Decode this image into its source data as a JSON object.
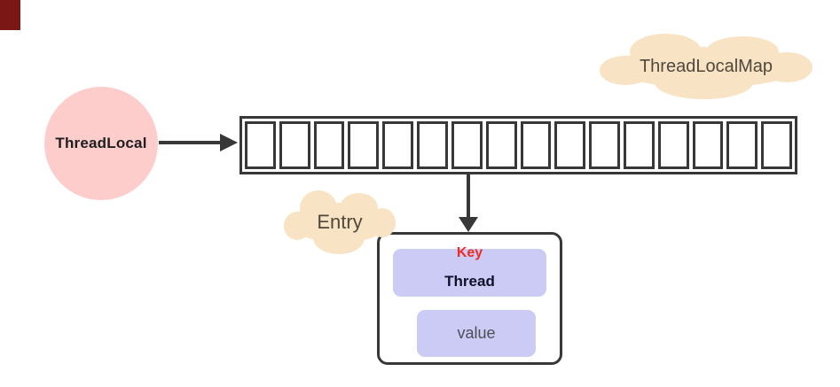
{
  "diagram": {
    "title": "ThreadLocal / ThreadLocalMap structure",
    "background": "#ffffff"
  },
  "corner_marker": {
    "color": "#7b1816"
  },
  "threadlocal_node": {
    "label": "ThreadLocal",
    "fill": "#fccdca",
    "text_color": "#1f1f1f"
  },
  "arrows": {
    "color": "#383838"
  },
  "hash_array": {
    "cell_count": 16,
    "pointer_cell": 7,
    "border_color": "#383838"
  },
  "map_cloud": {
    "label": "ThreadLocalMap",
    "fill": "#f8e4c4",
    "text_color": "#51473c"
  },
  "entry_cloud": {
    "label": "Entry",
    "fill": "#f8e4c4",
    "text_color": "#51473c"
  },
  "entry_box": {
    "border_color": "#383838",
    "key_label": "Key",
    "key_color": "#ee2c23",
    "key_field_label": "Thread",
    "key_field_text_color": "#10102a",
    "value_field_label": "value",
    "value_field_text_color": "#4e4e58",
    "field_fill": "#cbcbf5"
  }
}
